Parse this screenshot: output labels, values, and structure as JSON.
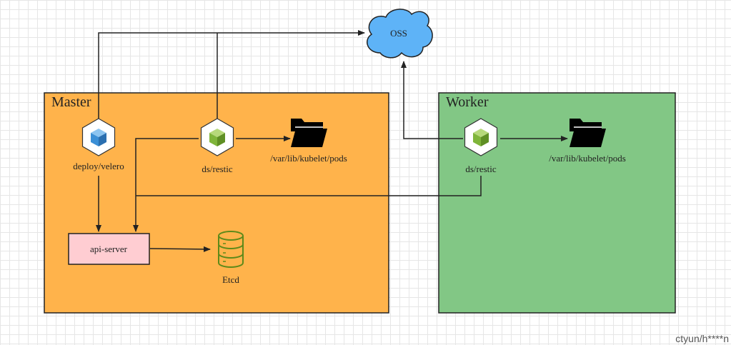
{
  "diagram": {
    "zones": {
      "master": {
        "title": "Master",
        "fill": "#ffb34b"
      },
      "worker": {
        "title": "Worker",
        "fill": "#82c785"
      }
    },
    "nodes": {
      "oss": {
        "label": "OSS",
        "icon": "cloud-icon",
        "color": "#5eb3f7"
      },
      "deploy_velero": {
        "label": "deploy/velero",
        "icon": "k8s-pod-icon",
        "color": "#3b8fd6"
      },
      "ds_restic_master": {
        "label": "ds/restic",
        "icon": "k8s-pod-icon",
        "color": "#7fb53a"
      },
      "pods_dir_master": {
        "label": "/var/lib/kubelet/pods",
        "icon": "folder-icon"
      },
      "api_server": {
        "label": "api-server",
        "fill": "#ffcdd2"
      },
      "etcd": {
        "label": "Etcd",
        "icon": "database-icon",
        "color": "#5e8a1a"
      },
      "ds_restic_worker": {
        "label": "ds/restic",
        "icon": "k8s-pod-icon",
        "color": "#7fb53a"
      },
      "pods_dir_worker": {
        "label": "/var/lib/kubelet/pods",
        "icon": "folder-icon"
      }
    },
    "edges": [
      {
        "from": "deploy_velero",
        "to": "oss"
      },
      {
        "from": "ds_restic_master",
        "to": "oss"
      },
      {
        "from": "ds_restic_master",
        "to": "pods_dir_master"
      },
      {
        "from": "ds_restic_master",
        "to": "api_server"
      },
      {
        "from": "deploy_velero",
        "to": "api_server"
      },
      {
        "from": "api_server",
        "to": "etcd"
      },
      {
        "from": "ds_restic_worker",
        "to": "oss"
      },
      {
        "from": "ds_restic_worker",
        "to": "pods_dir_worker"
      },
      {
        "from": "ds_restic_worker",
        "to": "api_server"
      }
    ]
  },
  "watermark": "ctyun/h****n"
}
